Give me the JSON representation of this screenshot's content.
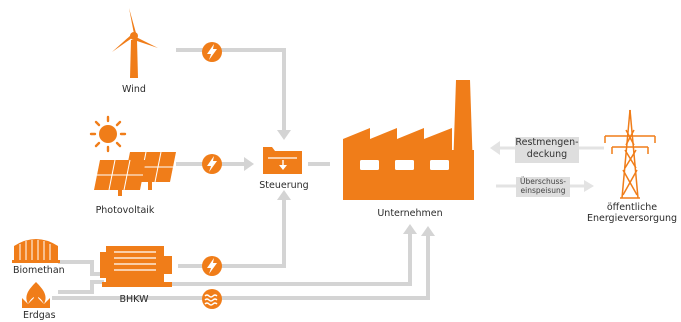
{
  "labels": {
    "wind": "Wind",
    "photovoltaik": "Photovoltaik",
    "steuerung": "Steuerung",
    "unternehmen": "Unternehmen",
    "biomethan": "Biomethan",
    "erdgas": "Erdgas",
    "bhkw": "BHKW",
    "restmengen_line1": "Restmengen-",
    "restmengen_line2": "deckung",
    "ueberschuss_line1": "Überschuss-",
    "ueberschuss_line2": "einspeisung",
    "oeffentliche_line1": "öffentliche",
    "oeffentliche_line2": "Energieversorgung"
  },
  "colors": {
    "accent": "#f07d19",
    "flow": "#d4d4d4",
    "text": "#2b2b2b"
  },
  "icons": [
    "wind-turbine-icon",
    "sun-icon",
    "solar-panel-icon",
    "control-folder-icon",
    "factory-icon",
    "power-pylon-icon",
    "biomethan-tank-icon",
    "gas-flame-icon",
    "bhkw-engine-icon",
    "lightning-badge-icon",
    "heat-wave-badge-icon"
  ]
}
